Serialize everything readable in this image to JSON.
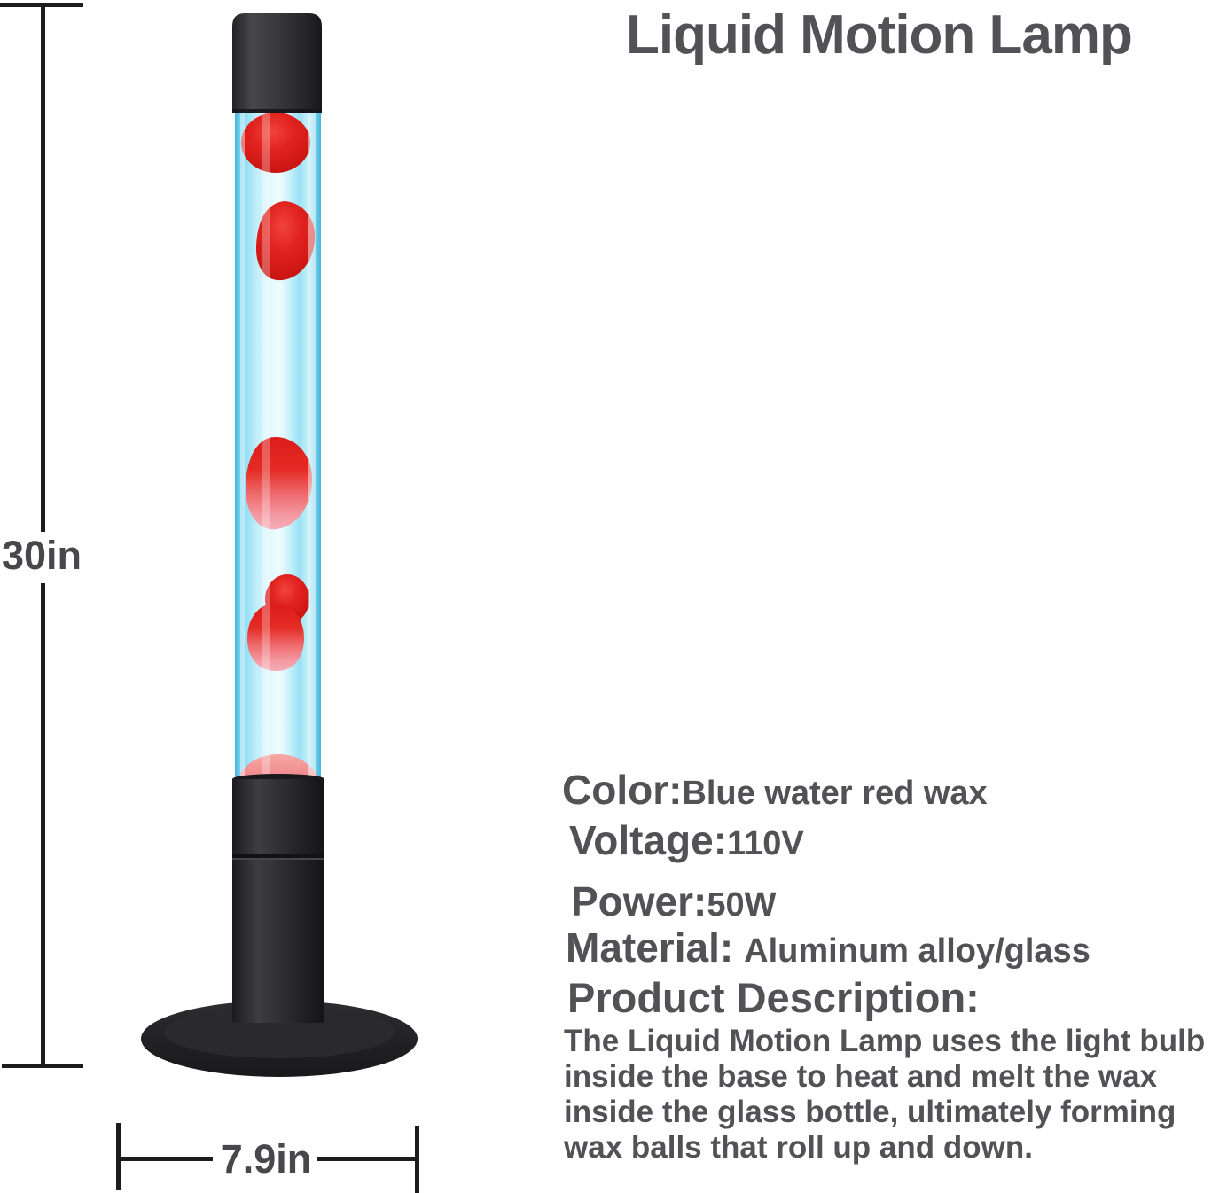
{
  "title": "Liquid Motion Lamp",
  "measurements": {
    "height": "30in",
    "width": "7.9in"
  },
  "specs": [
    {
      "label": "Color:",
      "value": "Blue water red wax"
    },
    {
      "label": "Voltage:",
      "value": "110V"
    },
    {
      "label": "Power:",
      "value": "50W"
    },
    {
      "label": "Material:",
      "value": "Aluminum alloy/glass"
    }
  ],
  "description": {
    "heading": "Product Description:",
    "lines": [
      "The Liquid Motion Lamp uses the light bulb",
      "inside the base to heat and melt the wax",
      "inside the glass bottle, ultimately forming",
      "wax balls that roll up and down."
    ]
  },
  "colors": {
    "text_gray": "#525256",
    "dimension_line": "#1c1c1c",
    "water_blue": "#8edcf2",
    "wax_red": "#e2201d",
    "wax_pink": "#f4a9b0",
    "lamp_black": "#232326"
  }
}
